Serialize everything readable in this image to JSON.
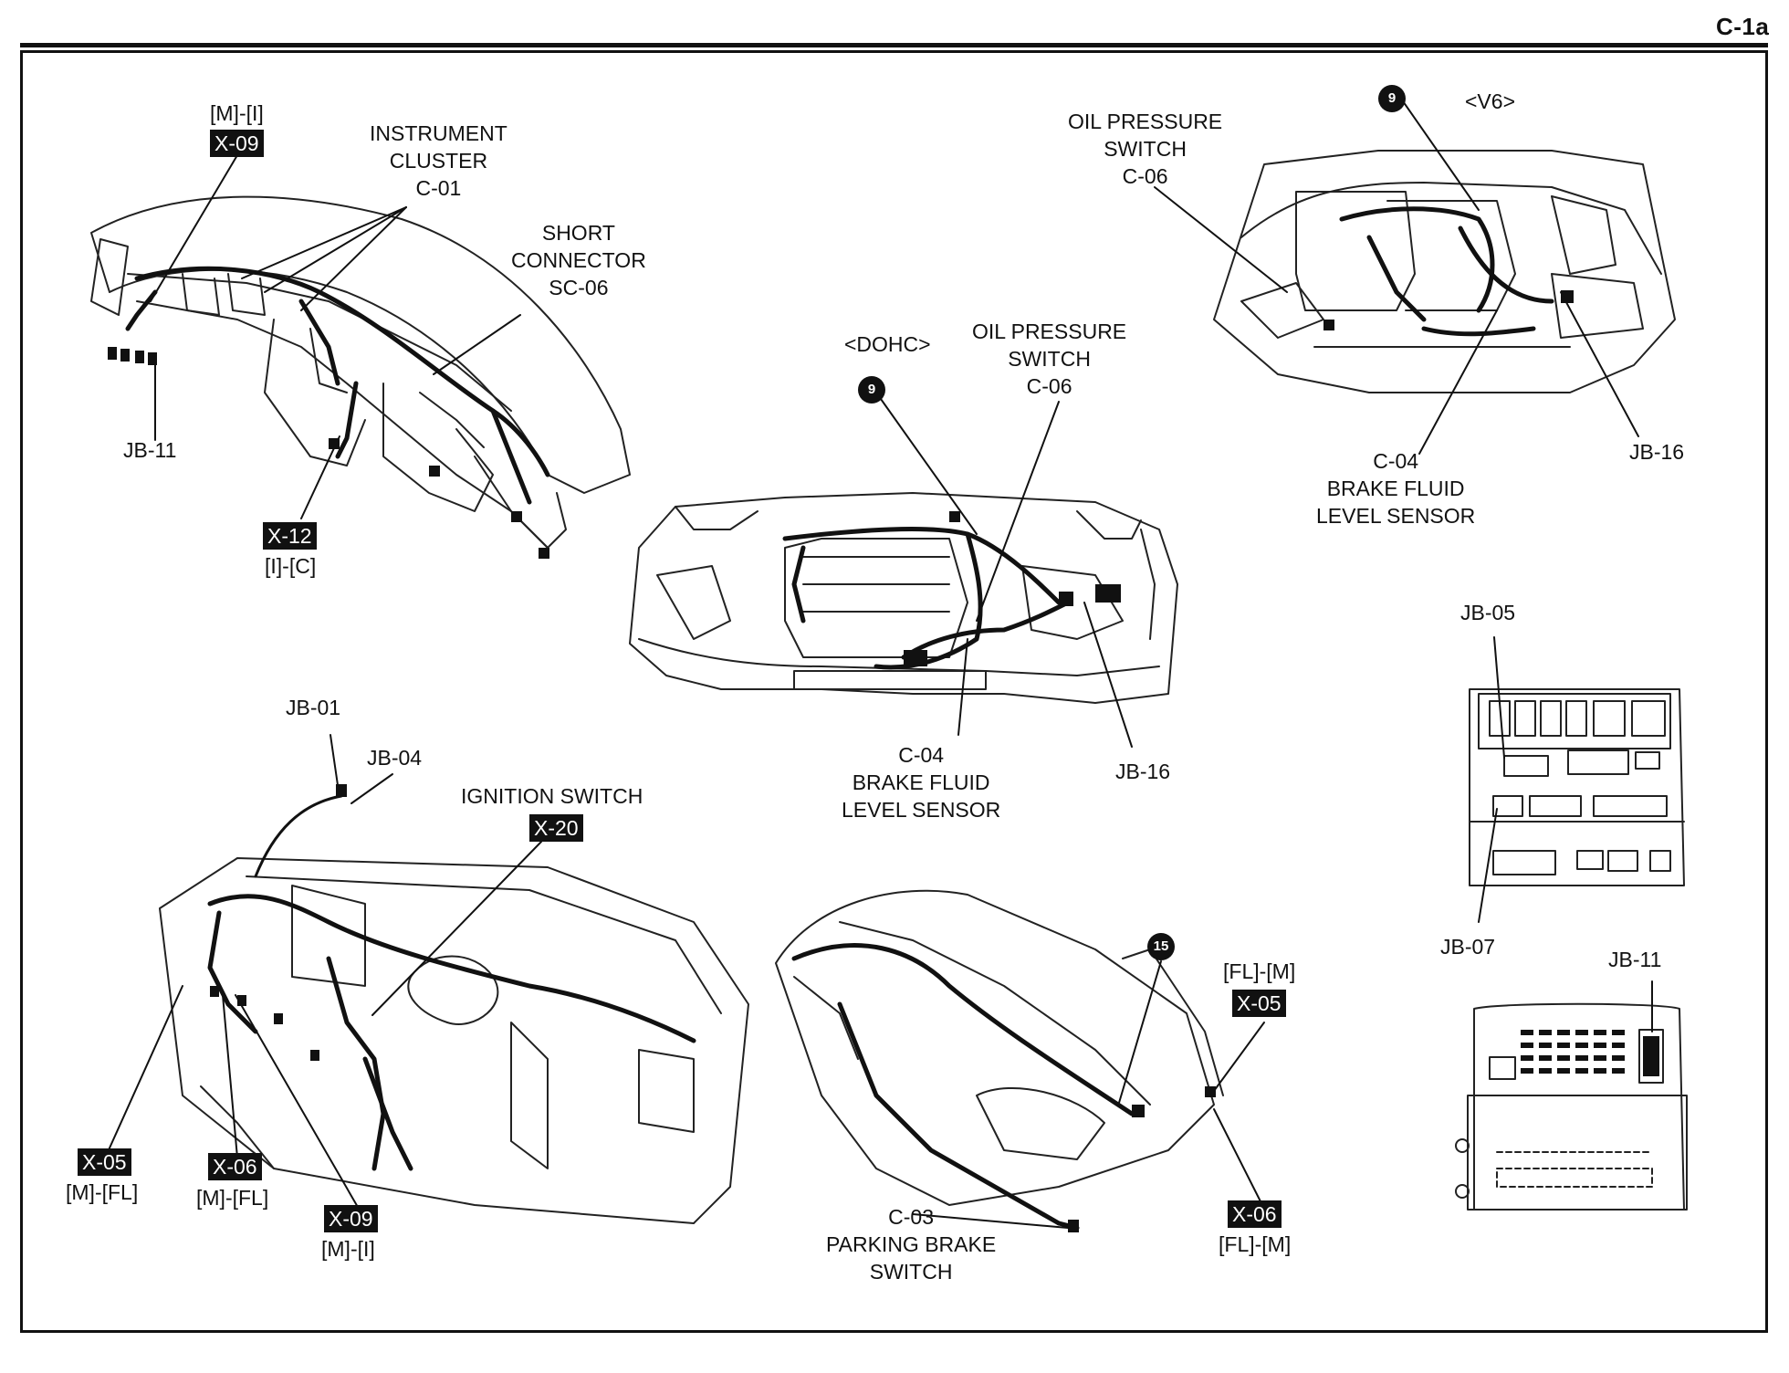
{
  "page_id": "C-1a",
  "labels": {
    "mi_top": "[M]-[I]",
    "x09_top": "X-09",
    "instrument_cluster": [
      "INSTRUMENT",
      "CLUSTER",
      "C-01"
    ],
    "short_connector": [
      "SHORT",
      "CONNECTOR",
      "SC-06"
    ],
    "jb11_left": "JB-11",
    "x12": "X-12",
    "ic": "[I]-[C]",
    "dohc": "<DOHC>",
    "dot9_dohc": "9",
    "oil_pressure_dohc": [
      "OIL PRESSURE",
      "SWITCH",
      "C-06"
    ],
    "brake_fluid_dohc": [
      "C-04",
      "BRAKE FLUID",
      "LEVEL SENSOR"
    ],
    "jb16_dohc": "JB-16",
    "v6": "<V6>",
    "dot9_v6": "9",
    "oil_pressure_v6": [
      "OIL PRESSURE",
      "SWITCH",
      "C-06"
    ],
    "brake_fluid_v6": [
      "C-04",
      "BRAKE FLUID",
      "LEVEL SENSOR"
    ],
    "jb16_v6": "JB-16",
    "jb05": "JB-05",
    "jb07": "JB-07",
    "jb11_box": "JB-11",
    "jb01": "JB-01",
    "jb04": "JB-04",
    "ignition_switch": "IGNITION SWITCH",
    "x20": "X-20",
    "x05_left": "X-05",
    "mfl_1": "[M]-[FL]",
    "x06_left": "X-06",
    "mfl_2": "[M]-[FL]",
    "x09_bottom": "X-09",
    "mi_bottom": "[M]-[I]",
    "dot15": "15",
    "flm_top": "[FL]-[M]",
    "x05_right": "X-05",
    "parking_brake": [
      "C-03",
      "PARKING BRAKE",
      "SWITCH"
    ],
    "x06_right": "X-06",
    "flm_bottom": "[FL]-[M]"
  }
}
